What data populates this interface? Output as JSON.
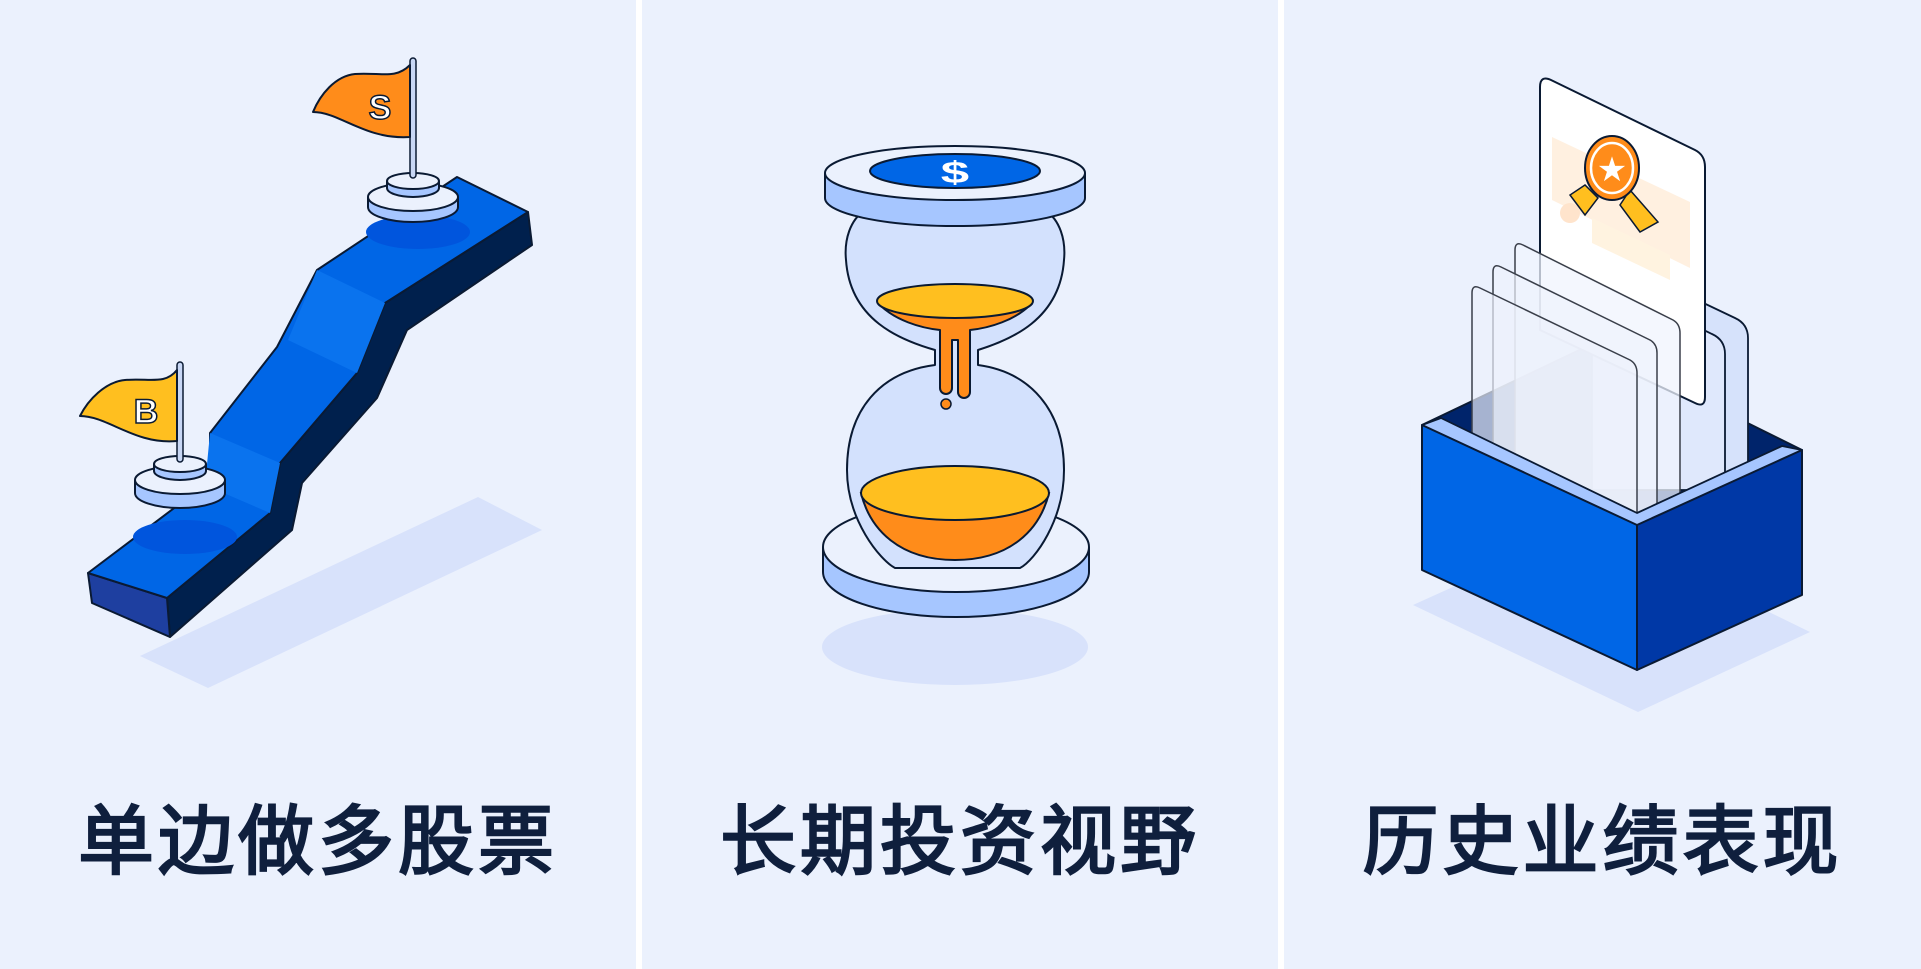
{
  "colors": {
    "background": "#ebf1fd",
    "divider": "#ffffff",
    "caption_text": "#0f1f3d",
    "primary_blue": "#0066e6",
    "dark_blue": "#002050",
    "light_blue": "#a6c6ff",
    "yellow": "#ffbf1f",
    "orange": "#ff8c1a"
  },
  "panels": [
    {
      "caption": "单边做多股票",
      "illustration": "staircase-with-flags",
      "flags": [
        {
          "letter": "B",
          "color": "#ffbf1f"
        },
        {
          "letter": "S",
          "color": "#ff8c1a"
        }
      ]
    },
    {
      "caption": "长期投资视野",
      "illustration": "hourglass-with-coin",
      "coin_symbol": "$"
    },
    {
      "caption": "历史业绩表现",
      "illustration": "box-with-certificates",
      "badge_symbol": "★"
    }
  ]
}
